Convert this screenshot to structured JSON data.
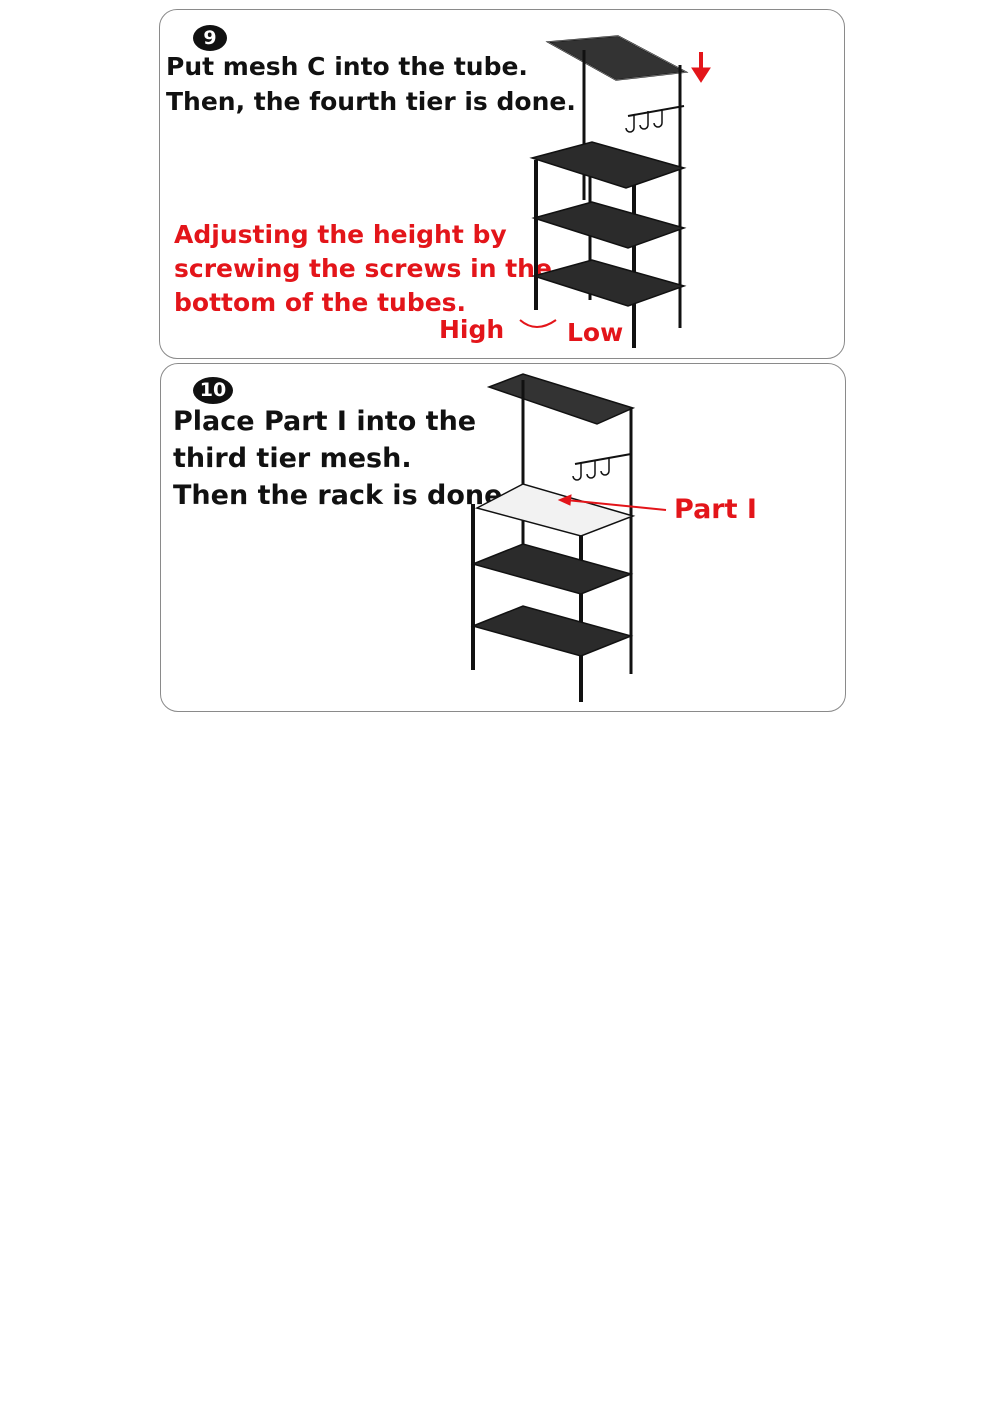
{
  "steps": [
    {
      "number": "9",
      "lines": [
        "Put mesh C into the tube.",
        "Then, the fourth tier is done."
      ],
      "note_lines": [
        "Adjusting the height by",
        "screwing the screws in the",
        "bottom of the tubes."
      ],
      "high_label": "High",
      "low_label": "Low"
    },
    {
      "number": "10",
      "lines": [
        "Place Part I into the",
        "third tier mesh.",
        "Then the rack is done."
      ],
      "part_label": "Part I"
    }
  ],
  "colors": {
    "accent_red": "#e3151a",
    "text": "#111111",
    "border": "#8a8a8a"
  }
}
